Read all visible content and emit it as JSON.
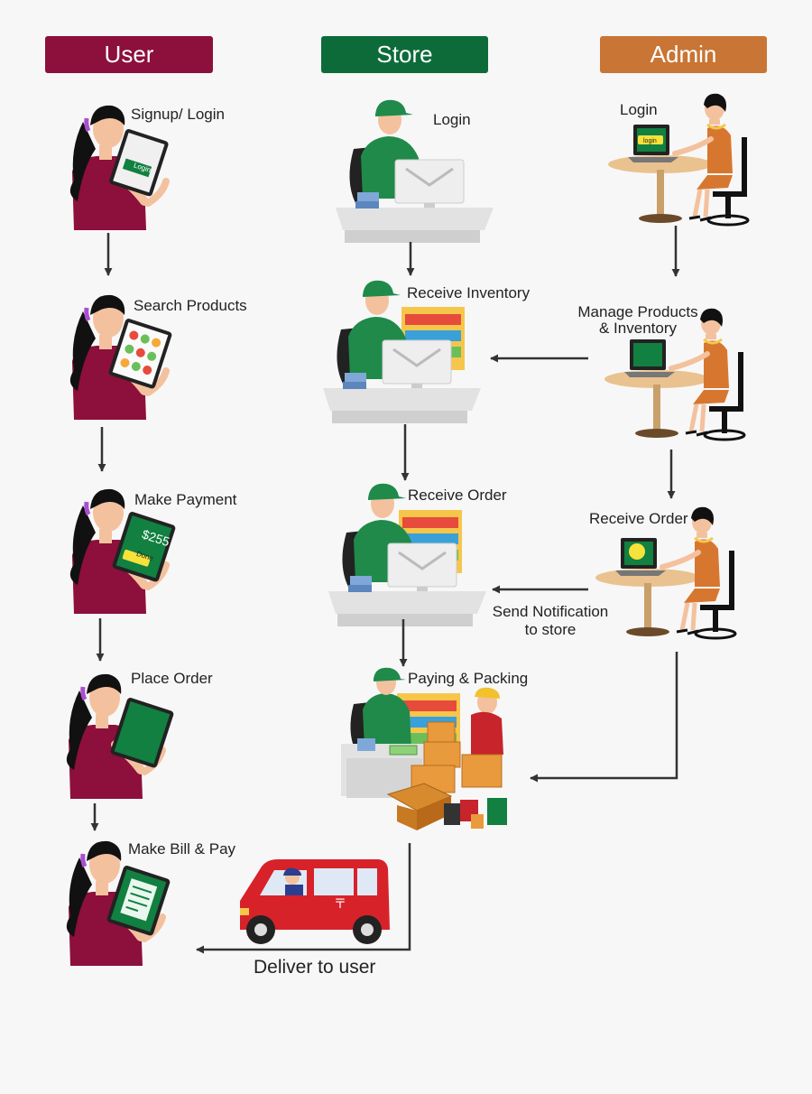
{
  "colors": {
    "user": "#8c0f3c",
    "store": "#0d6b3a",
    "admin": "#c87535",
    "arrow": "#333333",
    "skin": "#f4c19e",
    "hair": "#111111",
    "store_green": "#1f8a4a",
    "van_red": "#d8222a"
  },
  "lanes": {
    "user": "User",
    "store": "Store",
    "admin": "Admin"
  },
  "user_steps": [
    "Signup/ Login",
    "Search Products",
    "Make Payment",
    "Place Order",
    "Make Bill & Pay"
  ],
  "store_steps": [
    "Login",
    "Receive Inventory",
    "Receive Order",
    "Paying & Packing"
  ],
  "admin_steps": [
    "Login",
    "Manage Products",
    "& Inventory",
    "Receive Order"
  ],
  "notify": [
    "Send Notification",
    "to store"
  ],
  "deliver": "Deliver to user",
  "tablet_texts": {
    "login": "Login",
    "amount": "$255",
    "done": "Done",
    "admin_login": "login"
  },
  "icons": [
    "woman-tablet-icon",
    "store-clerk-icon",
    "admin-laptop-icon",
    "delivery-van-icon",
    "boxes-icon"
  ]
}
